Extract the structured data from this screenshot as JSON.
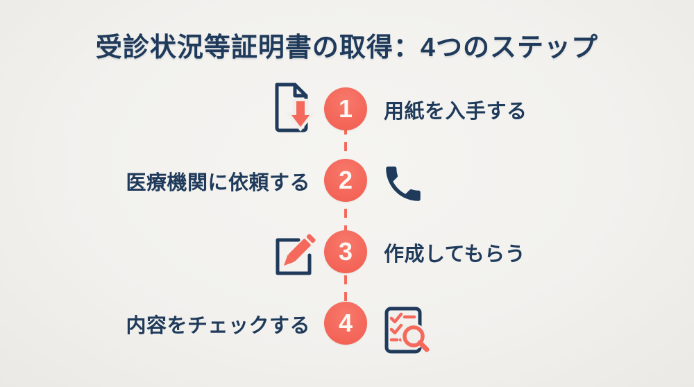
{
  "title": "受診状況等証明書の取得：4つのステップ",
  "steps": [
    {
      "number": "1",
      "label": "用紙を入手する",
      "icon": "document-download-icon",
      "icon_side": "left"
    },
    {
      "number": "2",
      "label": "医療機関に依頼する",
      "icon": "phone-icon",
      "icon_side": "right"
    },
    {
      "number": "3",
      "label": "作成してもらう",
      "icon": "edit-compose-icon",
      "icon_side": "left"
    },
    {
      "number": "4",
      "label": "内容をチェックする",
      "icon": "checklist-search-icon",
      "icon_side": "right"
    }
  ],
  "colors": {
    "background": "#F2F1EE",
    "navy": "#1F3A5A",
    "coral": "#F4695C",
    "number_text": "#FDF8F4"
  }
}
